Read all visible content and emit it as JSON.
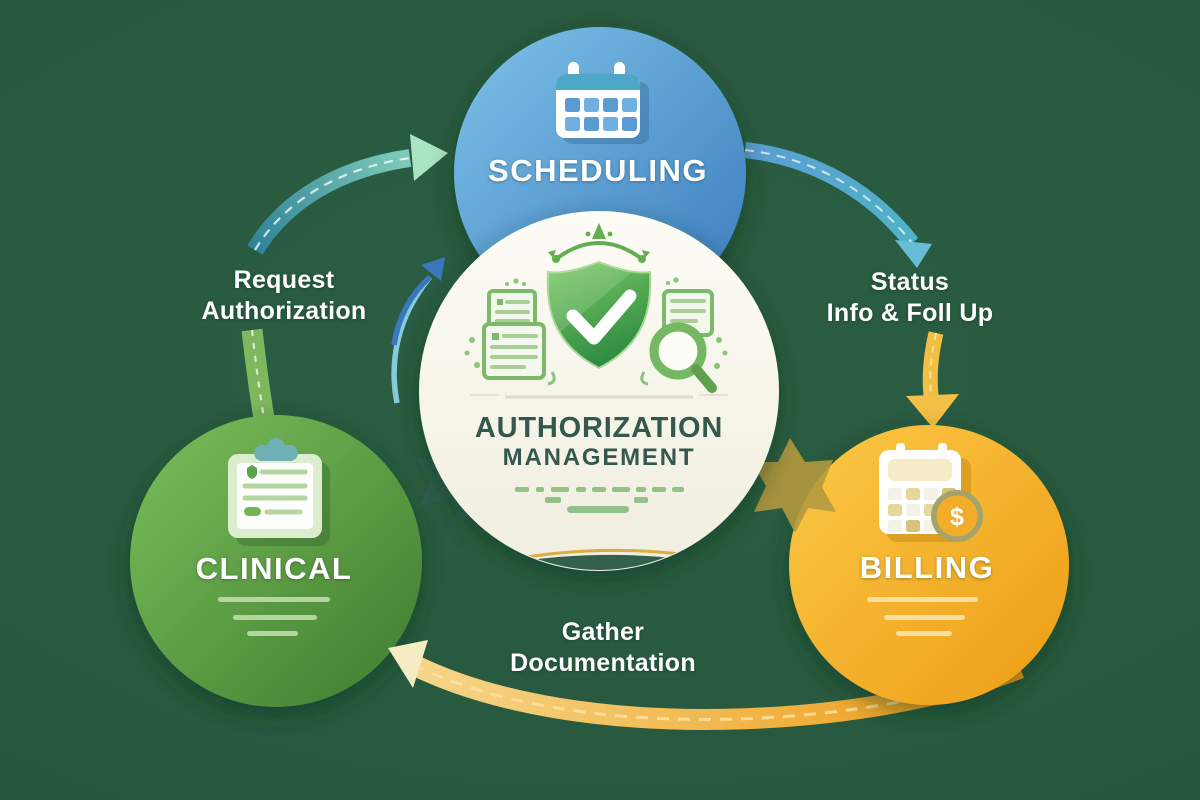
{
  "diagram": {
    "center": {
      "title_line1": "AUTHORIZATION",
      "title_line2": "MANAGEMENT",
      "circle_color": "#f8f7ed",
      "title_color": "#34584c"
    },
    "nodes": {
      "scheduling": {
        "label": "SCHEDULING",
        "icon": "calendar-icon",
        "color": "#4a90c9"
      },
      "clinical": {
        "label": "CLINICAL",
        "icon": "clipboard-icon",
        "color": "#57a040"
      },
      "billing": {
        "label": "BILLING",
        "icon": "calculator-dollar-icon",
        "color": "#f3ae2b",
        "coin_symbol": "$"
      }
    },
    "flow_labels": {
      "request": {
        "line1": "Request",
        "line2": "Authorization"
      },
      "status": {
        "line1": "Status",
        "line2": "Info & Foll Up"
      },
      "gather": {
        "line1": "Gather",
        "line2": "Documentation"
      }
    },
    "colors": {
      "background": "#27583e",
      "arc_teal": "#3f94a6",
      "arc_blue": "#529fd2",
      "arc_yellow": "#f2bf45",
      "arc_orange": "#ee9d18",
      "shield_green": "#3f9a4b"
    }
  }
}
